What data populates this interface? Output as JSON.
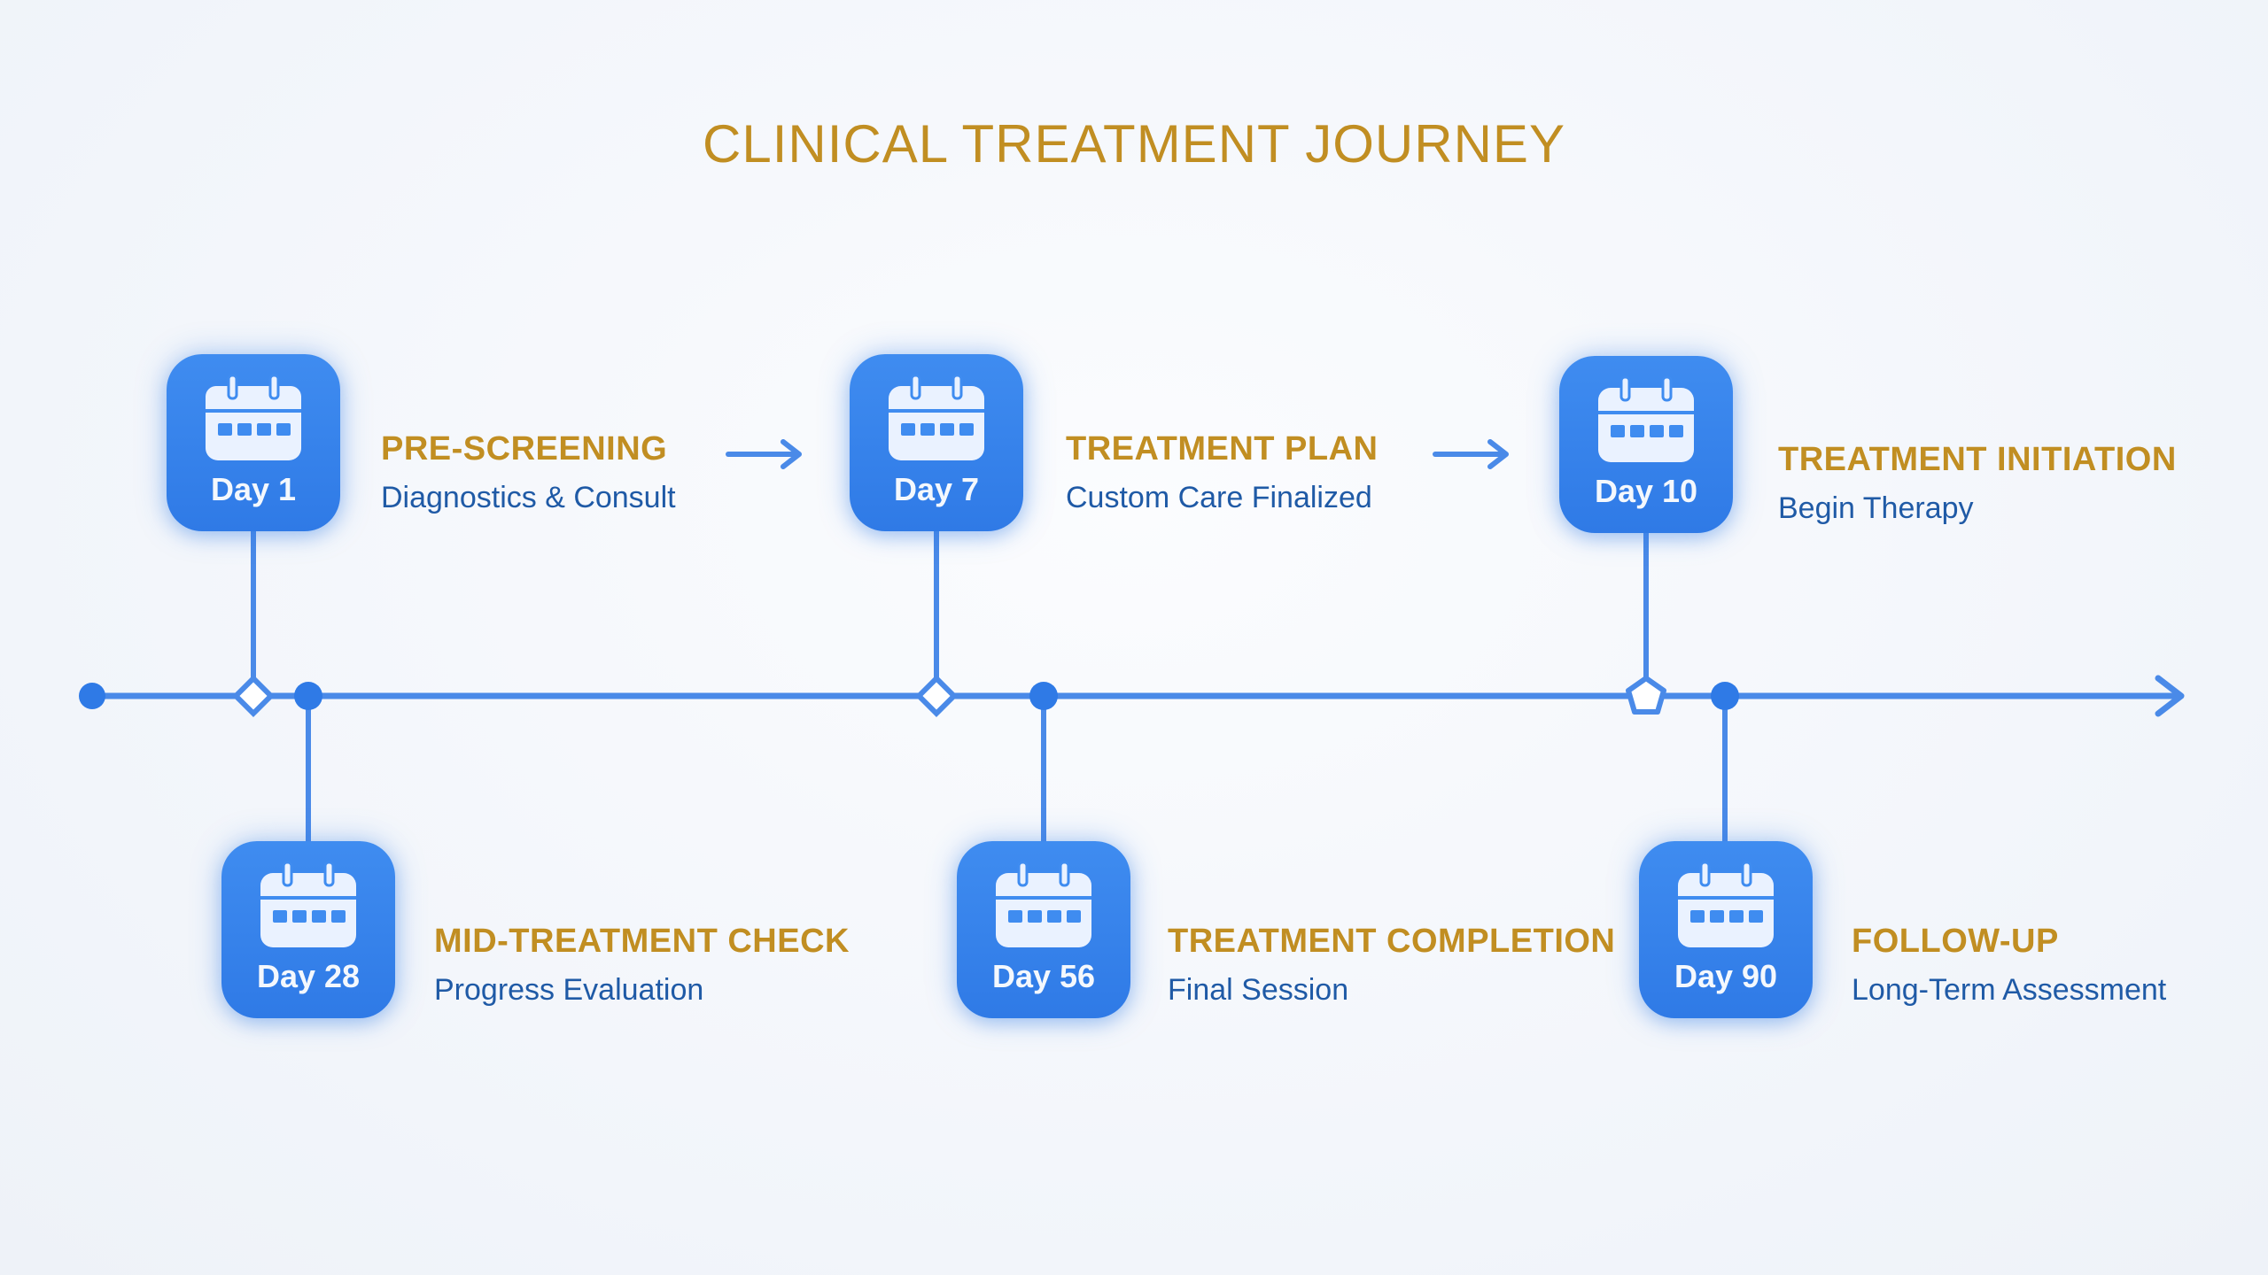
{
  "title": "CLINICAL TREATMENT JOURNEY",
  "colors": {
    "accent_gold": "#c18e22",
    "primary_blue": "#2f7ae6",
    "line_blue": "#4a8ae8",
    "subtext_blue": "#1f5aa6"
  },
  "milestones": [
    {
      "day": "Day 1",
      "heading": "PRE-SCREENING",
      "detail": "Diagnostics & Consult",
      "icon": "calendar-icon"
    },
    {
      "day": "Day 7",
      "heading": "TREATMENT PLAN",
      "detail": "Custom Care Finalized",
      "icon": "calendar-icon"
    },
    {
      "day": "Day 10",
      "heading": "TREATMENT INITIATION",
      "detail": "Begin Therapy",
      "icon": "calendar-icon"
    },
    {
      "day": "Day 28",
      "heading": "MID-TREATMENT CHECK",
      "detail": "Progress Evaluation",
      "icon": "calendar-icon"
    },
    {
      "day": "Day 56",
      "heading": "TREATMENT COMPLETION",
      "detail": "Final Session",
      "icon": "calendar-icon"
    },
    {
      "day": "Day 90",
      "heading": "FOLLOW-UP",
      "detail": "Long-Term Assessment",
      "icon": "calendar-icon"
    }
  ]
}
